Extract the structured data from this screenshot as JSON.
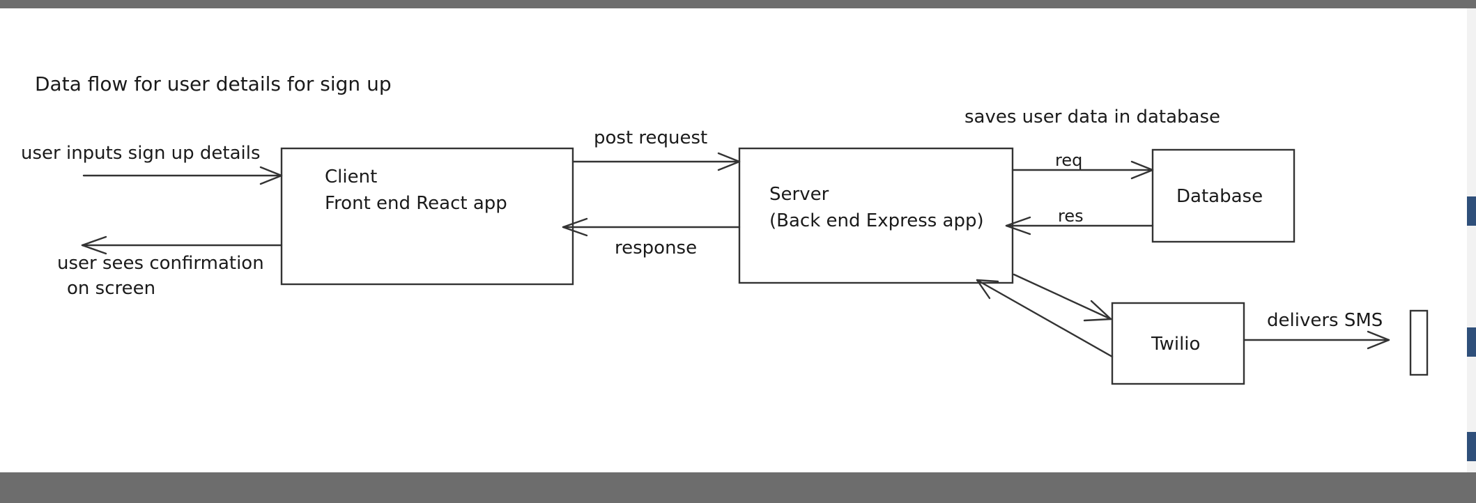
{
  "diagram": {
    "title": "Data flow for user details for sign up",
    "nodes": {
      "client": {
        "line1": "Client",
        "line2": "Front end React app"
      },
      "server": {
        "line1": "Server",
        "line2": "(Back end Express app)"
      },
      "database": {
        "label": "Database"
      },
      "twilio": {
        "label": "Twilio"
      }
    },
    "labels": {
      "user_inputs": "user inputs sign up details",
      "user_sees_line1": "user sees confirmation",
      "user_sees_line2": "on screen",
      "post_request": "post request",
      "response": "response",
      "saves_user_data": "saves user data in database",
      "req": "req",
      "res": "res",
      "delivers_sms": "delivers SMS"
    }
  }
}
